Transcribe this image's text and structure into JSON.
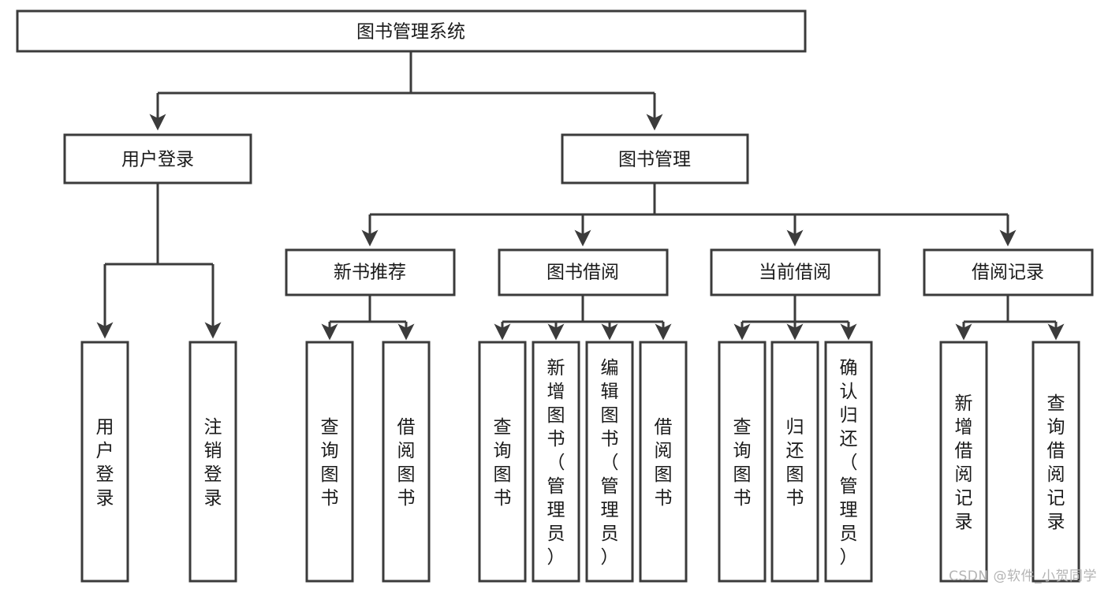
{
  "diagram": {
    "title": "图书管理系统",
    "type": "tree-hierarchy",
    "watermark": "CSDN @软件_小贺同学",
    "colors": {
      "stroke": "#3b3b3b",
      "fill": "#ffffff",
      "text": "#1a1a1a",
      "watermark": "#b4b4b4"
    },
    "nodes": {
      "root": {
        "label": "图书管理系统"
      },
      "level2": [
        {
          "id": "user-login",
          "label": "用户登录"
        },
        {
          "id": "book-management",
          "label": "图书管理"
        }
      ],
      "level3": [
        {
          "id": "new-book-recommend",
          "label": "新书推荐"
        },
        {
          "id": "book-borrow",
          "label": "图书借阅"
        },
        {
          "id": "current-borrow",
          "label": "当前借阅"
        },
        {
          "id": "borrow-record",
          "label": "借阅记录"
        }
      ],
      "leaves": {
        "user-login": [
          {
            "id": "leaf-user-login",
            "label": "用户登录"
          },
          {
            "id": "leaf-logout-login",
            "label": "注销登录"
          }
        ],
        "new-book-recommend": [
          {
            "id": "leaf-query-book-1",
            "label": "查询图书"
          },
          {
            "id": "leaf-borrow-book-1",
            "label": "借阅图书"
          }
        ],
        "book-borrow": [
          {
            "id": "leaf-query-book-2",
            "label": "查询图书"
          },
          {
            "id": "leaf-add-book",
            "label": "新增图书（管理员）"
          },
          {
            "id": "leaf-edit-book",
            "label": "编辑图书（管理员）"
          },
          {
            "id": "leaf-borrow-book-2",
            "label": "借阅图书"
          }
        ],
        "current-borrow": [
          {
            "id": "leaf-query-book-3",
            "label": "查询图书"
          },
          {
            "id": "leaf-return-book",
            "label": "归还图书"
          },
          {
            "id": "leaf-confirm-return",
            "label": "确认归还（管理员）"
          }
        ],
        "borrow-record": [
          {
            "id": "leaf-add-record",
            "label": "新增借阅记录"
          },
          {
            "id": "leaf-query-record",
            "label": "查询借阅记录"
          }
        ]
      }
    }
  }
}
